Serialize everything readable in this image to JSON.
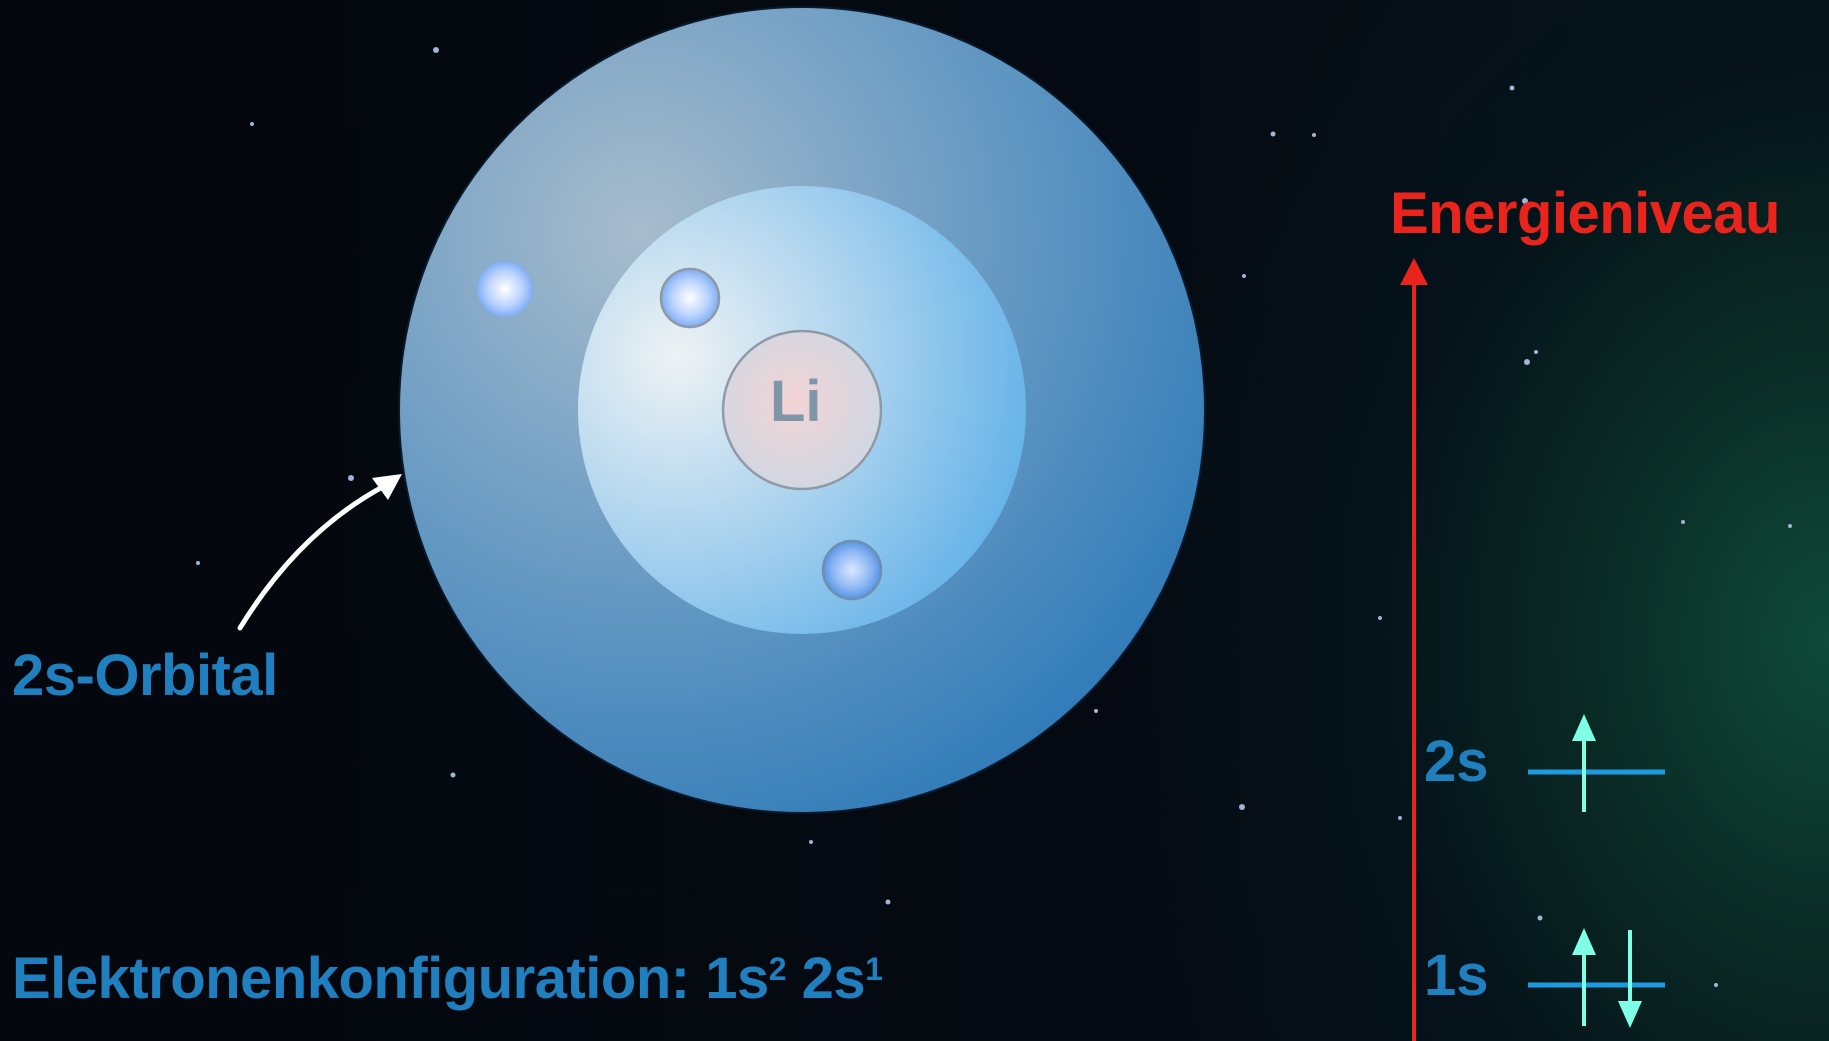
{
  "nucleus": {
    "symbol": "Li"
  },
  "annotation": {
    "orbital_label": "2s-Orbital"
  },
  "configuration": {
    "prefix": "Elektronenkonfiguration: ",
    "term1": "1s",
    "exp1": "2",
    "term2": "2s",
    "exp2": "1"
  },
  "energy_diagram": {
    "axis_title": "Energieniveau",
    "levels": [
      {
        "label": "2s",
        "electrons": [
          "up"
        ]
      },
      {
        "label": "1s",
        "electrons": [
          "up",
          "down"
        ]
      }
    ]
  },
  "colors": {
    "axis": "#e8241c",
    "label_blue": "#1f7fbf",
    "level_line": "#1e9be0",
    "electron_arrow": "#7fffe6"
  }
}
